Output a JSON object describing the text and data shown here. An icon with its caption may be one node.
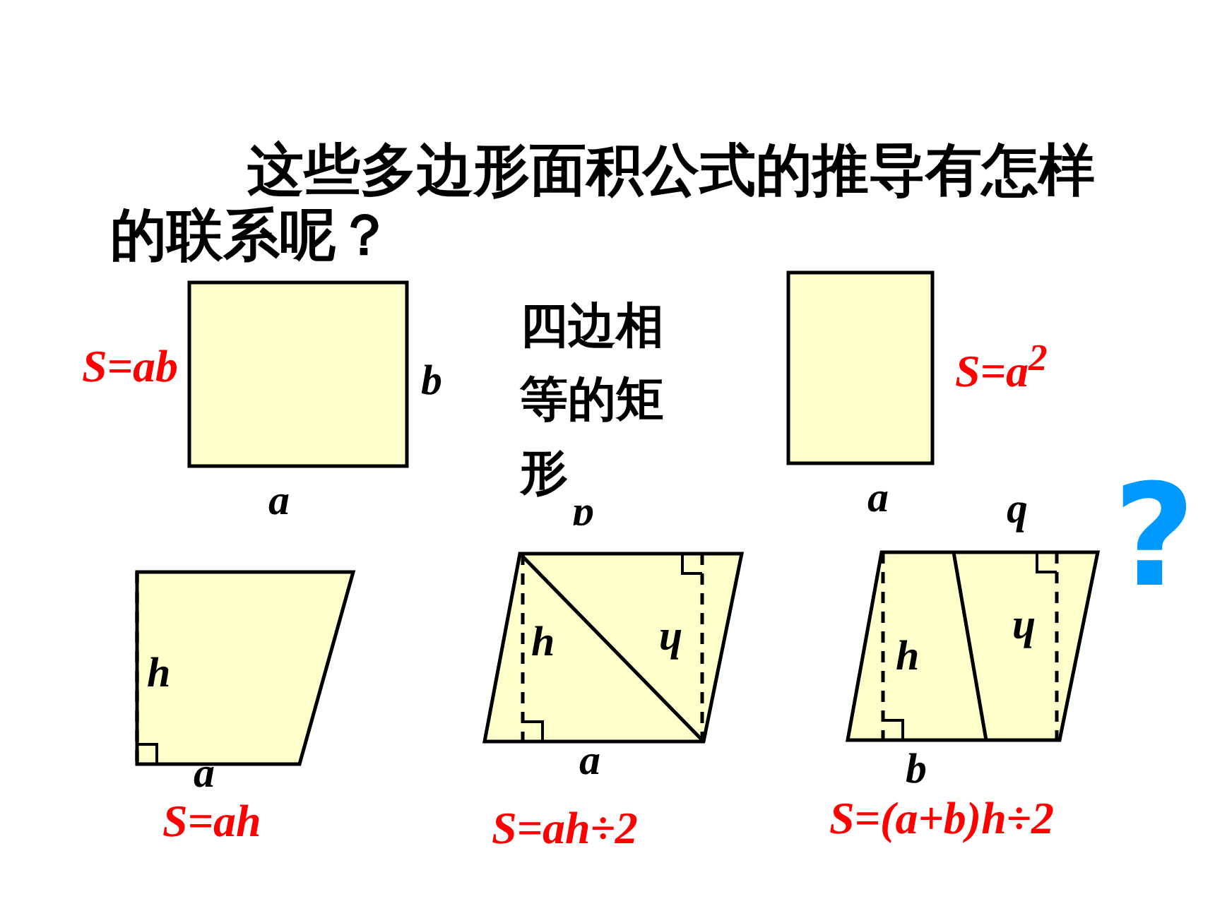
{
  "diagram": {
    "title": "这些多边形面积公式的推导有怎样的联系呢？",
    "labels": [
      "S=ab",
      "b",
      "a",
      "四边相等的矩形",
      "S=a$^{2}$",
      "a",
      "?",
      "h",
      "a",
      "S=ah",
      "a",
      "h",
      "h",
      "a",
      "S=ah÷2",
      "b",
      "h",
      "h",
      "b",
      "S=(a+b)h÷2"
    ]
  }
}
